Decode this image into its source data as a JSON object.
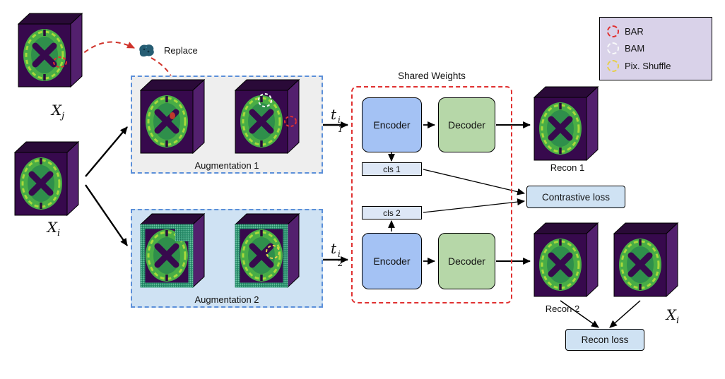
{
  "labels": {
    "xj": {
      "base": "X",
      "sub": "j"
    },
    "xi": {
      "base": "X",
      "sub": "i"
    },
    "xi_right": {
      "base": "X",
      "sub": "i"
    },
    "replace": "Replace",
    "aug1": "Augmentation 1",
    "aug2": "Augmentation 2",
    "t1": {
      "base": "t",
      "sup": "i",
      "sub": "1"
    },
    "t2": {
      "base": "t",
      "sup": "i",
      "sub": "2"
    },
    "shared_weights": "Shared Weights",
    "encoder_top": "Encoder",
    "decoder_top": "Decoder",
    "encoder_bottom": "Encoder",
    "decoder_bottom": "Decoder",
    "cls1": "cls 1",
    "cls2": "cls 2",
    "contrastive_loss": "Contrastive loss",
    "recon1": "Recon 1",
    "recon2": "Recon 2",
    "recon_loss": "Recon loss"
  },
  "legend": {
    "items": [
      {
        "label": "BAR",
        "color": "#e03131"
      },
      {
        "label": "BAM",
        "color": "#f8f9fa"
      },
      {
        "label": "Pix. Shuffle",
        "color": "#e7cf4b"
      }
    ]
  },
  "colors": {
    "encoder_fill": "#a4c2f4",
    "decoder_fill": "#b6d7a8",
    "cls_fill": "#dde7f6",
    "loss_fill": "#cfe2f3",
    "aug1_bg": "#eeeeee",
    "aug2_bg": "#cfe2f3",
    "aug_border": "#5b8fd9",
    "shared_border": "#e03131",
    "legend_bg": "#d9d2e9",
    "cube_front": "#37094d",
    "brain_green": "#49ad46"
  }
}
